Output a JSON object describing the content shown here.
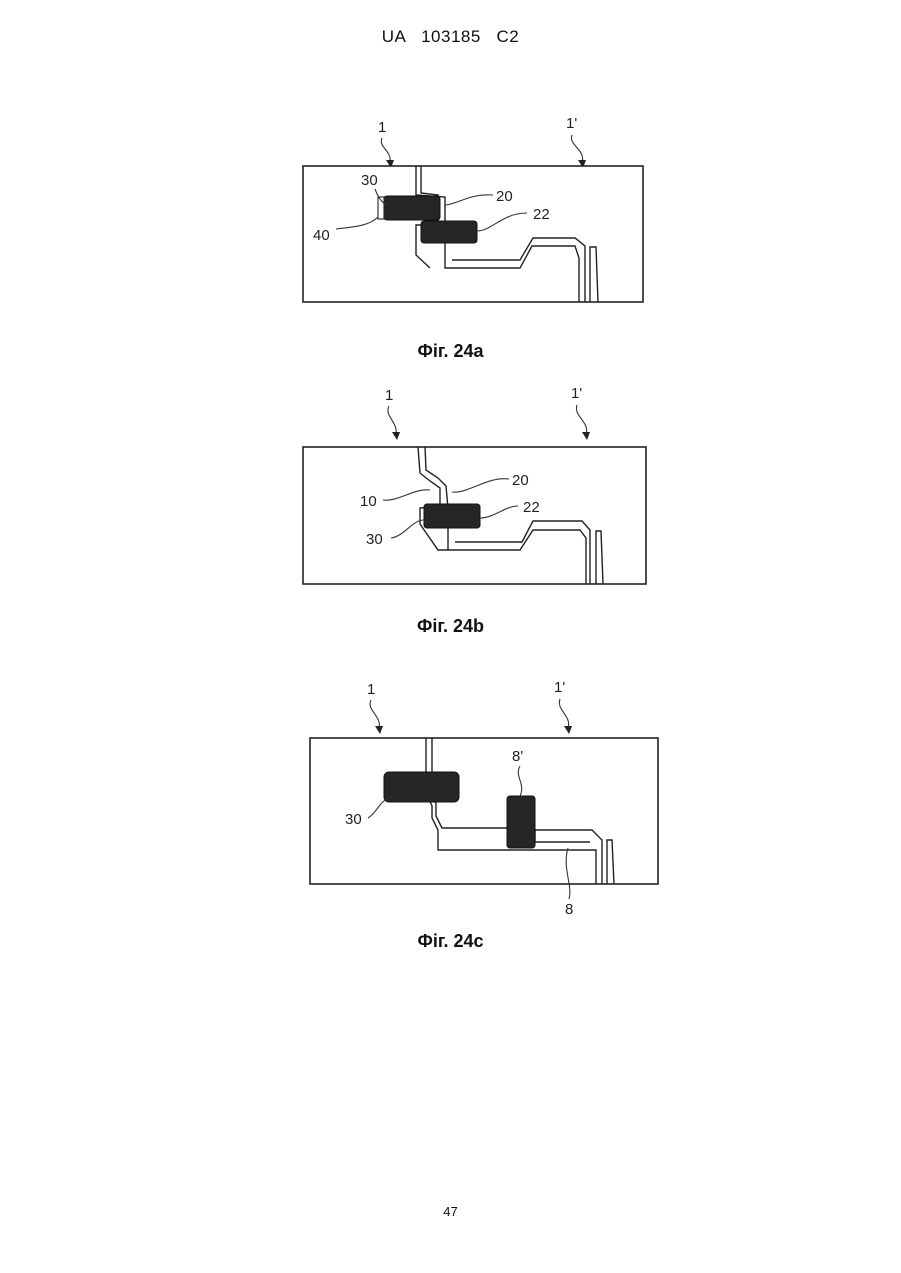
{
  "header": "UA   103185   C2",
  "page_number": "47",
  "figures": [
    {
      "caption": "Фіг. 24a",
      "labels": {
        "arrow_left": "1",
        "arrow_right": "1'",
        "l30": "30",
        "l40": "40",
        "l20": "20",
        "l22": "22"
      }
    },
    {
      "caption": "Фіг. 24b",
      "labels": {
        "arrow_left": "1",
        "arrow_right": "1'",
        "l10": "10",
        "l30": "30",
        "l20": "20",
        "l22": "22"
      }
    },
    {
      "caption": "Фіг. 24c",
      "labels": {
        "arrow_left": "1",
        "arrow_right": "1'",
        "l30": "30",
        "l8p": "8'",
        "l8": "8"
      }
    }
  ]
}
